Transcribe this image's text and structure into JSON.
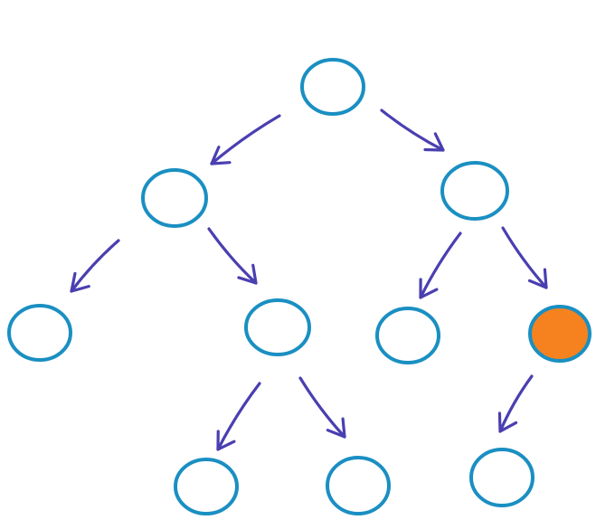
{
  "diagram": {
    "type": "binary-tree",
    "colors": {
      "background": "#ffffff",
      "node_stroke": "#1a8fc2",
      "node_fill": "#ffffff",
      "highlight_fill": "#f5821f",
      "edge": "#4a3fb0"
    },
    "nodes": [
      {
        "id": "root",
        "highlighted": false
      },
      {
        "id": "n-left",
        "highlighted": false
      },
      {
        "id": "n-right",
        "highlighted": false
      },
      {
        "id": "n-left-left",
        "highlighted": false
      },
      {
        "id": "n-left-right",
        "highlighted": false
      },
      {
        "id": "n-right-left",
        "highlighted": false
      },
      {
        "id": "n-right-right",
        "highlighted": true
      },
      {
        "id": "n-left-right-left",
        "highlighted": false
      },
      {
        "id": "n-left-right-right",
        "highlighted": false
      },
      {
        "id": "n-right-right-left",
        "highlighted": false
      }
    ],
    "edges": [
      {
        "from": "root",
        "to": "n-left"
      },
      {
        "from": "root",
        "to": "n-right"
      },
      {
        "from": "n-left",
        "to": "n-left-left"
      },
      {
        "from": "n-left",
        "to": "n-left-right"
      },
      {
        "from": "n-right",
        "to": "n-right-left"
      },
      {
        "from": "n-right",
        "to": "n-right-right"
      },
      {
        "from": "n-left-right",
        "to": "n-left-right-left"
      },
      {
        "from": "n-left-right",
        "to": "n-left-right-right"
      },
      {
        "from": "n-right-right",
        "to": "n-right-right-left"
      }
    ]
  }
}
